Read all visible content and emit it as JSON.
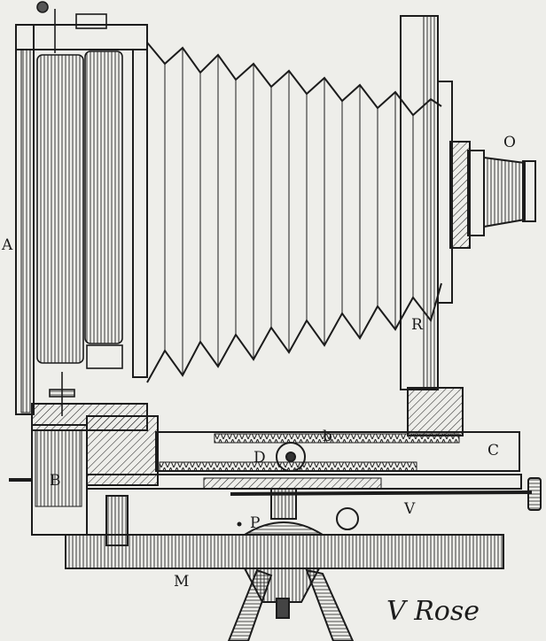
{
  "labels": {
    "A": "A",
    "B": "B",
    "C": "C",
    "D": "D",
    "M": "M",
    "O": "O",
    "P": "P",
    "R": "R",
    "V": "V",
    "b": "b"
  },
  "signature": "V Rose",
  "colors": {
    "paper": "#eeeeea",
    "ink": "#1c1c1c"
  }
}
